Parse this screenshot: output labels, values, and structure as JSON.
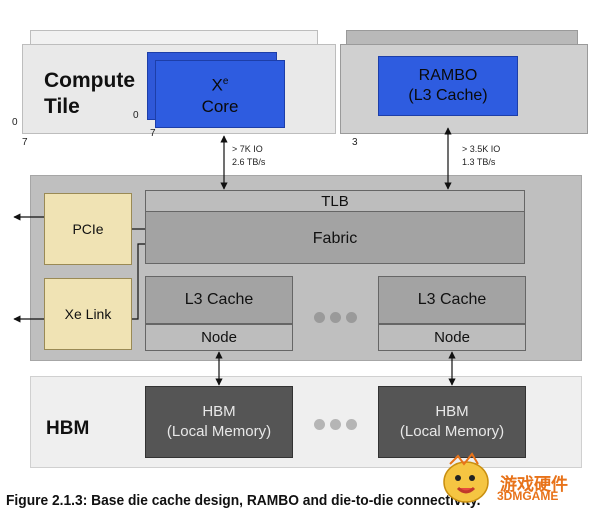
{
  "compute_tile": {
    "label_line1": "Compute",
    "label_line2": "Tile",
    "core_label_main": "X",
    "core_label_sup": "e",
    "core_label_line2": "Core",
    "tick_left_top": "0",
    "tick_left_bottom": "7",
    "tick_inner_top": "0",
    "tick_inner_bottom": "7"
  },
  "rambo_tile": {
    "label_line1": "RAMBO",
    "label_line2": "(L3 Cache)",
    "tick_bottom": "3"
  },
  "interconnect": {
    "compute_io_line1": "> 7K IO",
    "compute_io_line2": "2.6 TB/s",
    "rambo_io_line1": "> 3.5K IO",
    "rambo_io_line2": "1.3 TB/s"
  },
  "base_die": {
    "tlb": "TLB",
    "fabric": "Fabric",
    "pcie": "PCIe",
    "xe_link": "Xe Link",
    "l3_cache": [
      "L3 Cache",
      "L3 Cache"
    ],
    "node": [
      "Node",
      "Node"
    ]
  },
  "hbm_layer": {
    "label": "HBM",
    "box_line1": [
      "HBM",
      "HBM"
    ],
    "box_line2": [
      "(Local Memory)",
      "(Local Memory)"
    ]
  },
  "caption": "Figure 2.1.3: Base die cache design, RAMBO and die-to-die connectivity.",
  "watermark": {
    "line1": "游戏硬件",
    "line2": "3DMGAME"
  },
  "colors": {
    "tile_blue": "#2e5ce0",
    "io_box": "#f0e3b4",
    "hbm_box": "#555555",
    "watermark": "#e8731a"
  }
}
